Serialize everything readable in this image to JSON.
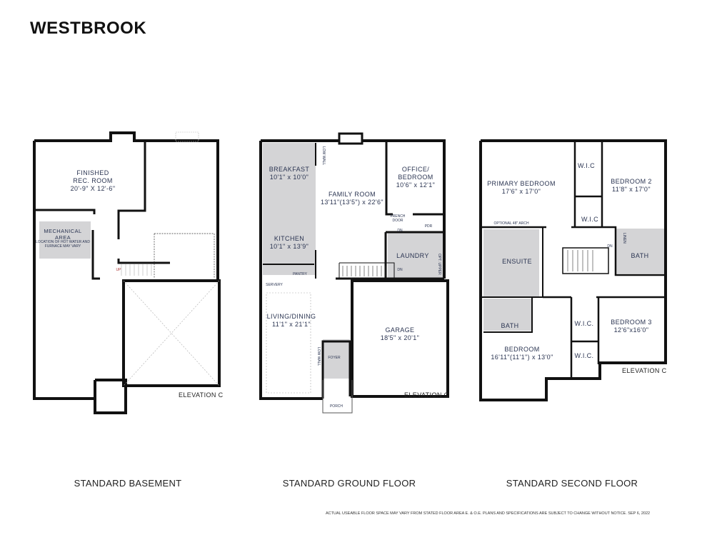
{
  "title": "WESTBROOK",
  "floors": {
    "basement": {
      "caption": "STANDARD BASEMENT",
      "elevation": "ELEVATION C",
      "rec_room": {
        "name": "FINISHED",
        "name2": "REC. ROOM",
        "size": "20'-9\" X 12'-6\""
      },
      "mechanical": {
        "name": "MECHANICAL",
        "name2": "AREA",
        "note": "LOCATION OF HOT WATER AND",
        "note2": "FURNACE MAY VARY"
      },
      "stair_label": "UP"
    },
    "ground": {
      "caption": "STANDARD GROUND FLOOR",
      "elevation": "ELEVATION C",
      "breakfast": {
        "name": "BREAKFAST",
        "size": "10'1\" x 10'0\""
      },
      "family": {
        "name": "FAMILY ROOM",
        "size": "13'11\"(13'5\") x 22'6\""
      },
      "office": {
        "name": "OFFICE/",
        "name2": "BEDROOM",
        "size": "10'6\" x 12'1\""
      },
      "kitchen": {
        "name": "KITCHEN",
        "size": "10'1\" x 13'9\""
      },
      "laundry": "LAUNDRY",
      "living": {
        "name": "LIVING/DINING",
        "size": "11'1\" x 21'1\""
      },
      "garage": {
        "name": "GARAGE",
        "size": "18'5\" x 20'1\""
      },
      "pantry": "PANTRY",
      "servery": "SERVERY",
      "pdr": "PDR",
      "french_door": "FRENCH",
      "french_door2": "DOOR",
      "foyer": "FOYER",
      "porch": "PORCH",
      "low_wall": "LOW WALL",
      "low_wall2": "LOW WALL",
      "opt_upper": "OPT. UPPER",
      "dn": "DN",
      "dn2": "DN"
    },
    "second": {
      "caption": "STANDARD SECOND FLOOR",
      "elevation": "ELEVATION C",
      "primary": {
        "name": "PRIMARY BEDROOM",
        "size": "17'6\" x 17'0\""
      },
      "bedroom2": {
        "name": "BEDROOM 2",
        "size": "11'8\" x 17'0\""
      },
      "bedroom3": {
        "name": "BEDROOM 3",
        "size": "12'6\"x16'0\""
      },
      "bedroom": {
        "name": "BEDROOM",
        "size": "16'11\"(11'1\") x 13'0\""
      },
      "ensuite": "ENSUITE",
      "bath1": "BATH",
      "bath2": "BATH",
      "wic1": "W.I.C",
      "wic2": "W.I.C",
      "wic3": "W.I.C.",
      "wic4": "W.I.C.",
      "arch": "OPTIONAL 48\" ARCH",
      "linen": "LINEN",
      "dn": "DN"
    }
  },
  "disclaimer": "ACTUAL USEABLE FLOOR SPACE MAY VARY FROM STATED FLOOR AREA E. & O.E. PLANS AND SPECIFICATIONS ARE SUBJECT TO CHANGE WITHOUT NOTICE. SEP 6, 2022",
  "colors": {
    "wall": "#111111",
    "wet_area": "#d4d4d6",
    "text": "#2b3552"
  }
}
